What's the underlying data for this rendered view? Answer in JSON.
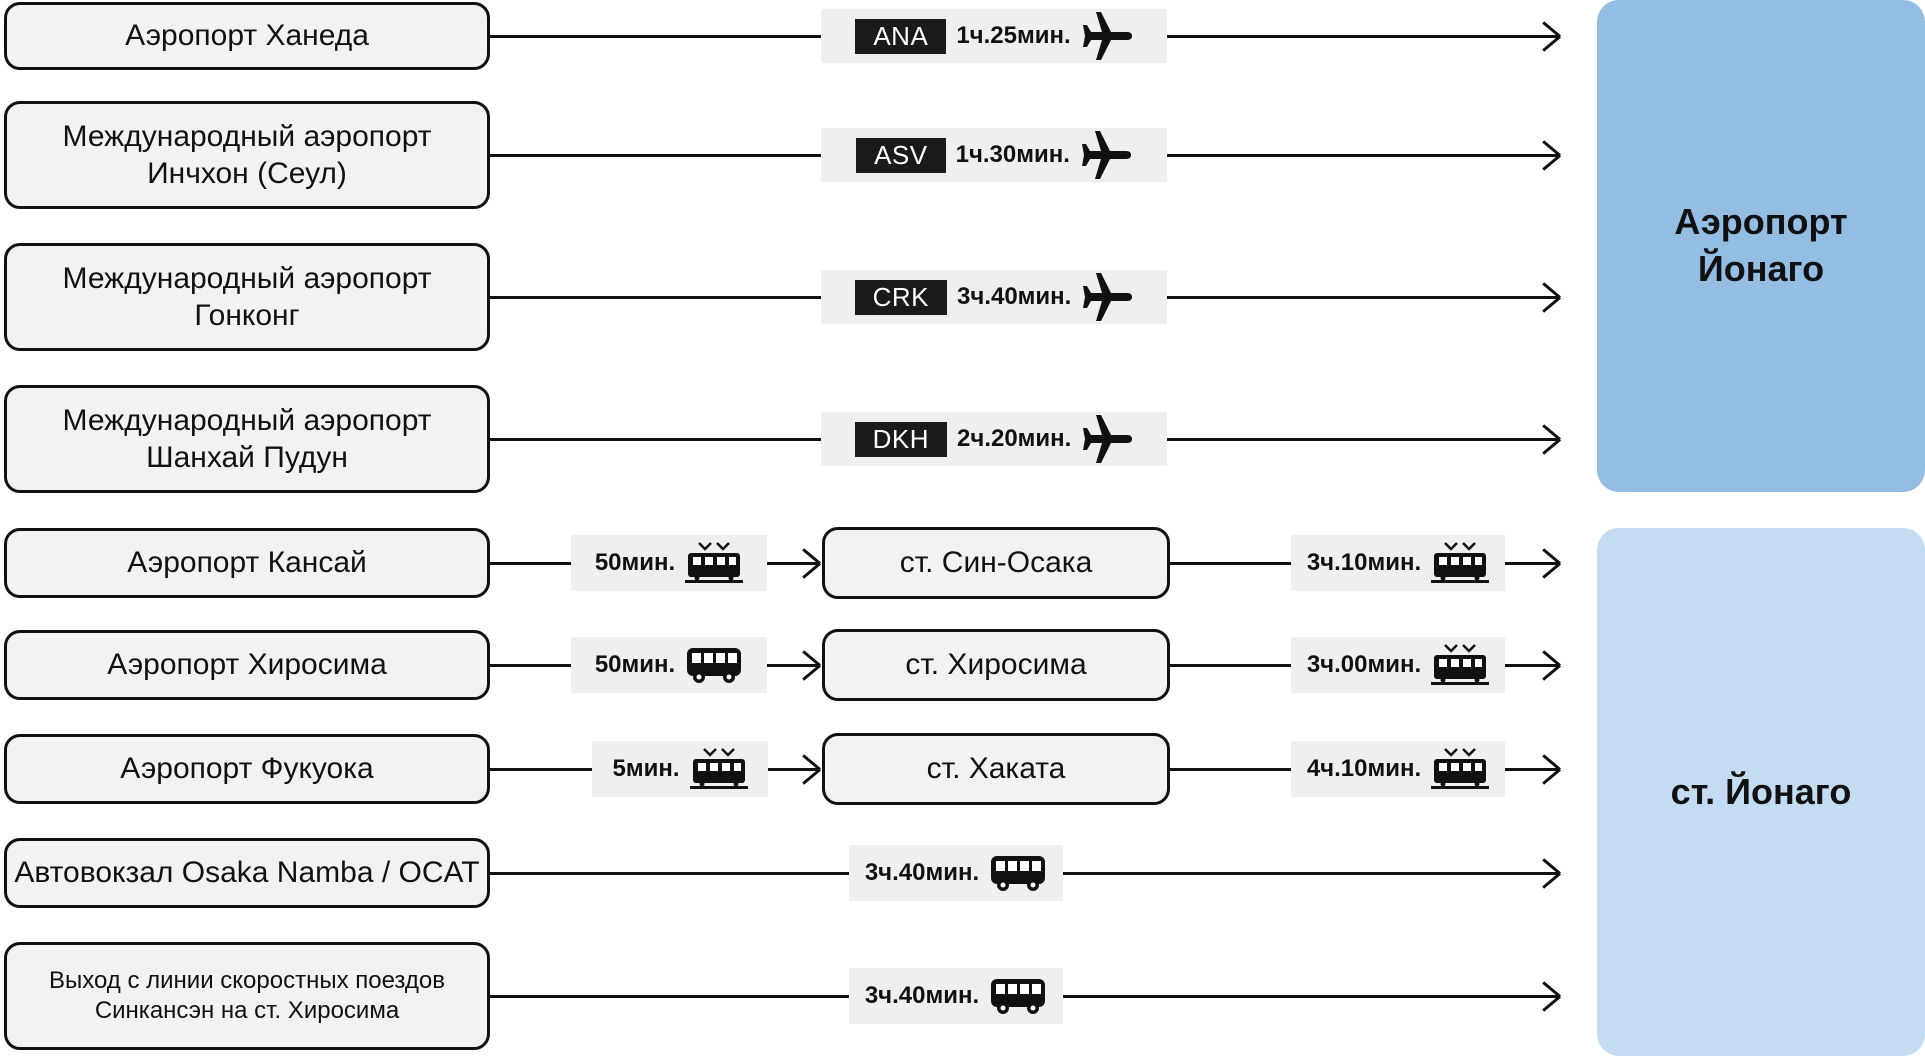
{
  "destinations": {
    "airport": {
      "lines": [
        "Аэропорт",
        "Йонаго"
      ],
      "color": "#94bde3"
    },
    "station": {
      "lines": [
        "ст. Йонаго"
      ],
      "color": "#c4dcf1"
    }
  },
  "flights": [
    {
      "origin": [
        "Аэропорт Ханеда"
      ],
      "code": "ANA",
      "duration": "1ч.25мин.",
      "icon": "airplane-icon"
    },
    {
      "origin": [
        "Международный аэропорт",
        "Инчхон (Сеул)"
      ],
      "code": "ASV",
      "duration": "1ч.30мин.",
      "icon": "airplane-icon"
    },
    {
      "origin": [
        "Международный аэропорт",
        "Гонконг"
      ],
      "code": "CRK",
      "duration": "3ч.40мин.",
      "icon": "airplane-icon"
    },
    {
      "origin": [
        "Международный аэропорт",
        "Шанхай Пудун"
      ],
      "code": "DKH",
      "duration": "2ч.20мин.",
      "icon": "airplane-icon"
    }
  ],
  "transfers": [
    {
      "origin": "Аэропорт Кансай",
      "leg1": {
        "duration": "50мин.",
        "icon": "train-icon"
      },
      "via": "ст. Син-Осака",
      "leg2": {
        "duration": "3ч.10мин.",
        "icon": "train-icon"
      }
    },
    {
      "origin": "Аэропорт Хиросима",
      "leg1": {
        "duration": "50мин.",
        "icon": "bus-icon"
      },
      "via": "ст. Хиросима",
      "leg2": {
        "duration": "3ч.00мин.",
        "icon": "train-icon"
      }
    },
    {
      "origin": "Аэропорт Фукуока",
      "leg1": {
        "duration": "5мин.",
        "icon": "train-icon"
      },
      "via": "ст. Хаката",
      "leg2": {
        "duration": "4ч.10мин.",
        "icon": "train-icon"
      }
    }
  ],
  "buses": [
    {
      "origin": [
        "Автовокзал Osaka Namba / OCAT"
      ],
      "duration": "3ч.40мин.",
      "icon": "bus-icon",
      "small": false
    },
    {
      "origin": [
        "Выход с линии скоростных поездов",
        "Синкансэн на ст. Хиросима"
      ],
      "duration": "3ч.40мин.",
      "icon": "bus-icon",
      "small": true
    }
  ]
}
